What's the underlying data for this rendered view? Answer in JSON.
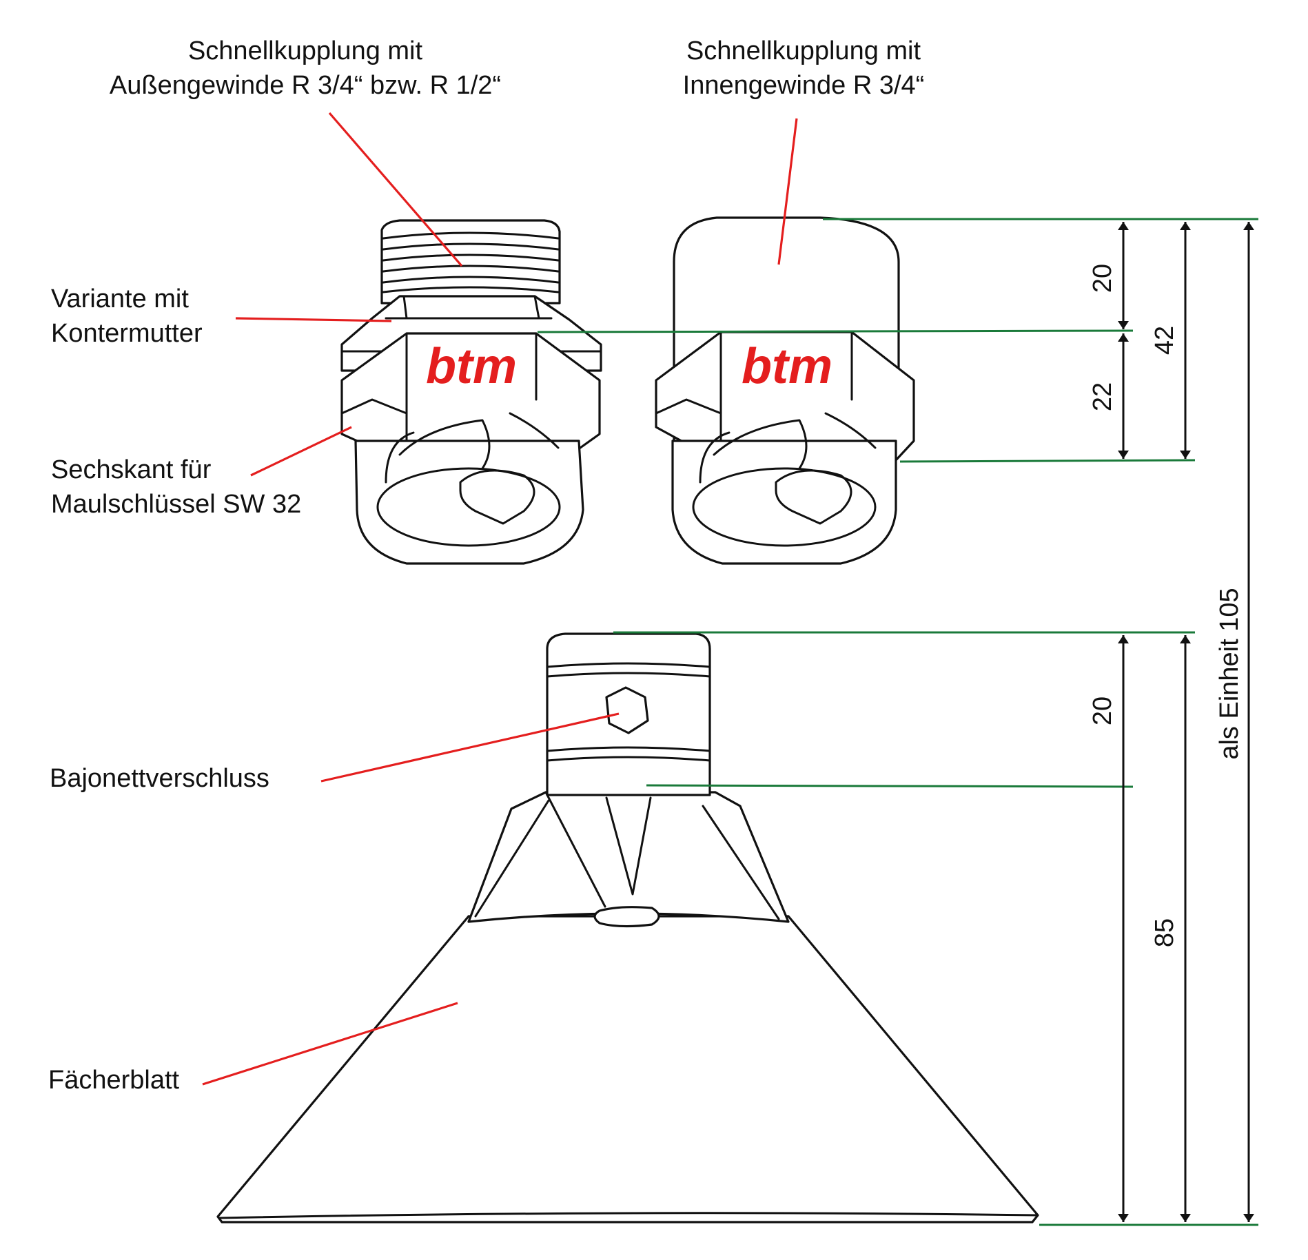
{
  "labels": {
    "coupling_external_line1": "Schnellkupplung mit",
    "coupling_external_line2": "Außengewinde R 3/4“ bzw. R 1/2“",
    "coupling_internal_line1": "Schnellkupplung mit",
    "coupling_internal_line2": "Innengewinde R 3/4“",
    "locknut_line1": "Variante mit",
    "locknut_line2": "Kontermutter",
    "hex_line1": "Sechskant für",
    "hex_line2": "Maulschlüssel SW 32",
    "bayonet": "Bajonettverschluss",
    "fan_blade": "Fächerblatt"
  },
  "logo": {
    "text": "btm",
    "color": "#e41e1e"
  },
  "dimensions": {
    "coupling_top": "20",
    "hex_height": "22",
    "coupling_total": "42",
    "nozzle_top": "20",
    "nozzle_total": "85",
    "unit_total": "als Einheit 105"
  },
  "colors": {
    "leader_line": "#e41e1e",
    "extension_line": "#1a7a3a",
    "outline": "#111111"
  }
}
